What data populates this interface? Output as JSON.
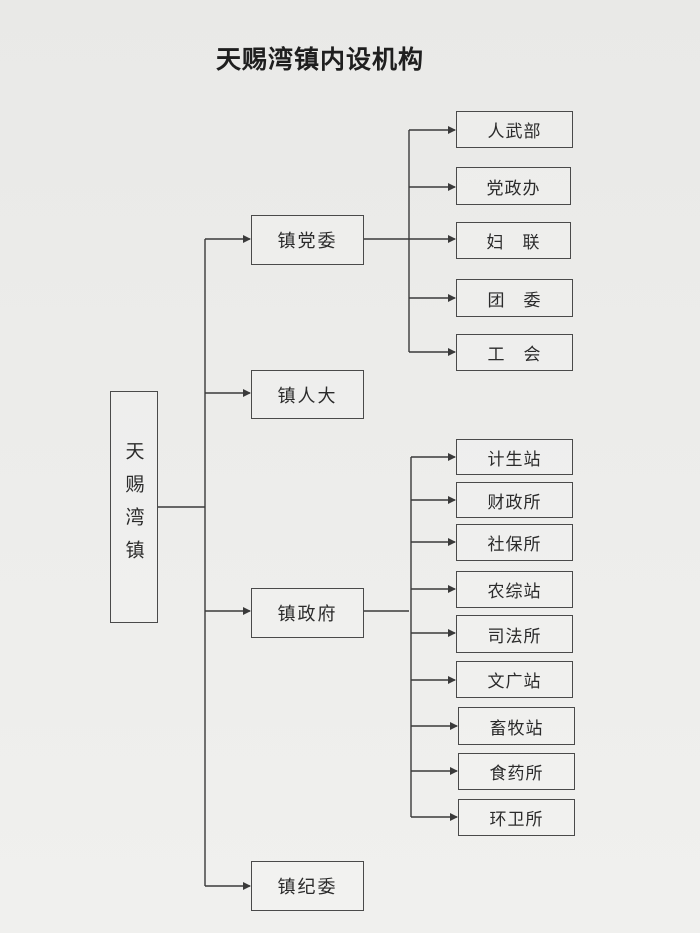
{
  "title": "天赐湾镇内设机构",
  "root": {
    "label": "天赐湾镇"
  },
  "level1": [
    {
      "label": "镇党委"
    },
    {
      "label": "镇人大"
    },
    {
      "label": "镇政府"
    },
    {
      "label": "镇纪委"
    }
  ],
  "party_units": [
    {
      "label": "人武部"
    },
    {
      "label": "党政办"
    },
    {
      "label": "妇　联"
    },
    {
      "label": "团　委"
    },
    {
      "label": "工　会"
    }
  ],
  "government_units": [
    {
      "label": "计生站"
    },
    {
      "label": "财政所"
    },
    {
      "label": "社保所"
    },
    {
      "label": "农综站"
    },
    {
      "label": "司法所"
    },
    {
      "label": "文广站"
    },
    {
      "label": "畜牧站"
    },
    {
      "label": "食药所"
    },
    {
      "label": "环卫所"
    }
  ]
}
